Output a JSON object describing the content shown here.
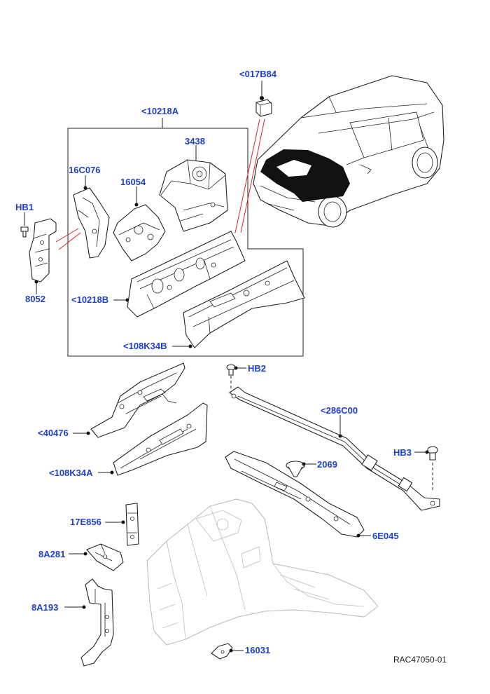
{
  "diagram": {
    "image_ref": "RAC47050-01",
    "callouts": {
      "c017B84": "<017B84",
      "c10218A": "<10218A",
      "c3438": "3438",
      "c16C076": "16C076",
      "c16054": "16054",
      "cHB1": "HB1",
      "c8052": "8052",
      "c10218B": "<10218B",
      "c108K34B": "<108K34B",
      "cHB2": "HB2",
      "c286C00": "<286C00",
      "c40476": "<40476",
      "cHB3": "HB3",
      "c2069": "2069",
      "c108K34A": "<108K34A",
      "c17E856": "17E856",
      "c6E045": "6E045",
      "c8A281": "8A281",
      "c8A193": "8A193",
      "c16031": "16031"
    },
    "colors": {
      "label": "#1f3fd0",
      "line": "#222222",
      "faded_line": "#b9b9b9",
      "highlight_line": "#e02020",
      "engine_bay_fill": "#111111"
    }
  }
}
